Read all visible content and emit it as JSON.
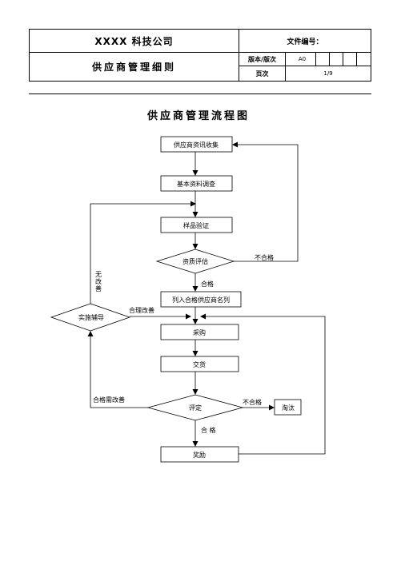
{
  "header": {
    "company": "XXXX 科技公司",
    "doc_no_label": "文件编号：",
    "title": "供应商管理细则",
    "version_label": "版本/版次",
    "version_value": "A0",
    "page_label": "页次",
    "page_value": "1/9"
  },
  "flowchart": {
    "title": "供应商管理流程图",
    "nodes": {
      "collect": "供应商资讯收集",
      "survey": "基本资料调查",
      "sample": "样品验证",
      "assess": "资质评估",
      "list": "列入合格供应商名列",
      "coach": "实施辅导",
      "purchase": "采购",
      "deliver": "交货",
      "evaluate": "评定",
      "eliminate": "淘汰",
      "reward": "奖励"
    },
    "labels": {
      "fail_1": "不合格",
      "pass_1": "合格",
      "no_improve": "无改善",
      "reasonable_improve": "合理改善",
      "pass_need_improve": "合格需改善",
      "fail_2": "不合格",
      "pass_2": "合 格"
    }
  }
}
